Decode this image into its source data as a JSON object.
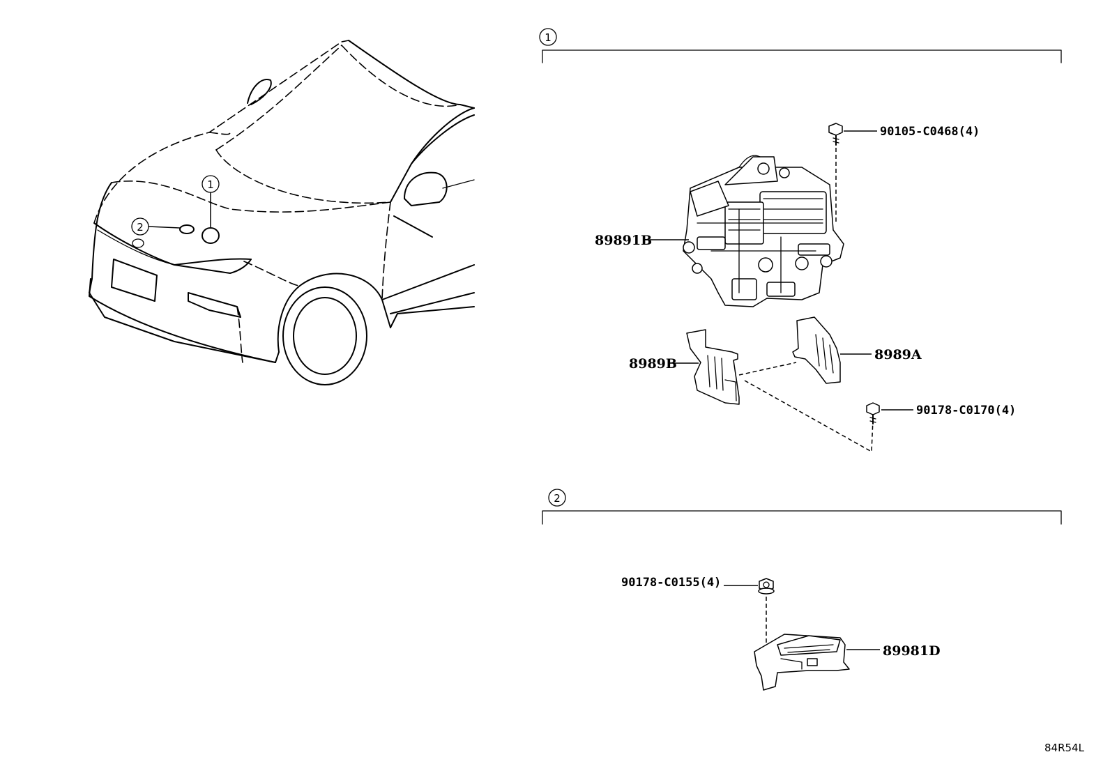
{
  "callouts": {
    "one": "1",
    "two": "2"
  },
  "section1": {
    "number": "1",
    "parts": {
      "bolt_top": "90105-C0468(4)",
      "actuator": "89891B",
      "bracket_left": "8989B",
      "bracket_right": "8989A",
      "bolt_lower": "90178-C0170(4)"
    }
  },
  "section2": {
    "number": "2",
    "parts": {
      "nut": "90178-C0155(4)",
      "ecu": "89981D"
    }
  },
  "diagram_code": "84R54L"
}
